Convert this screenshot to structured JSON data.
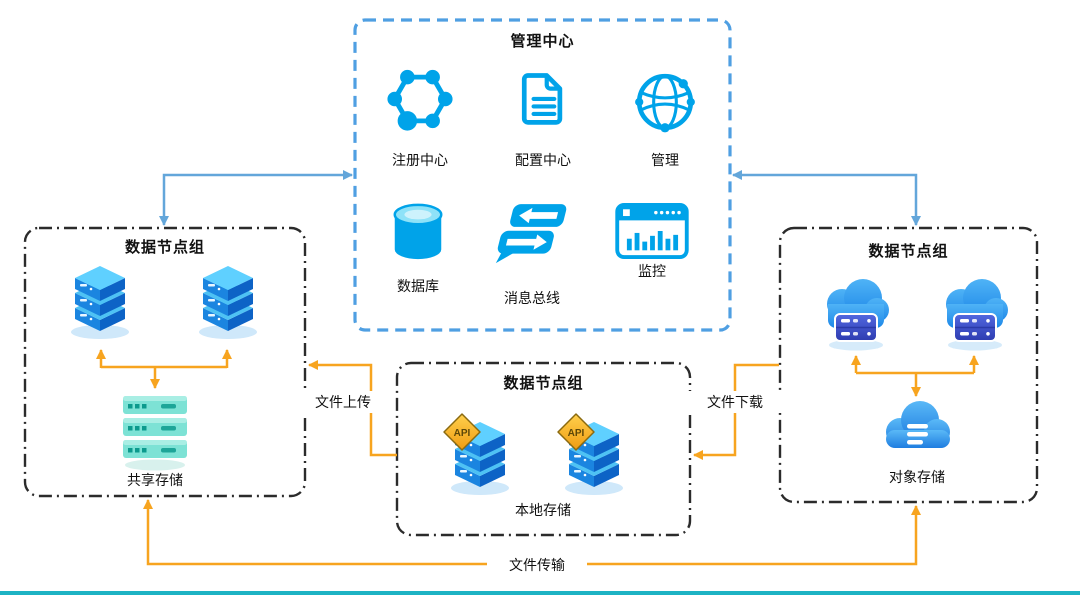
{
  "colors": {
    "primary_icon_blue": "#00a3e9",
    "management_border_blue": "#4f9fe2",
    "connector_blue": "#63a6da",
    "connector_orange": "#f7a41f",
    "group_border_dark": "#2b2b2b",
    "storage_teal": "#7de2d5",
    "bottom_strip_teal": "#1db3c4"
  },
  "management_center": {
    "title": "管理中心",
    "items": [
      {
        "label": "注册中心",
        "icon": "registry-icon"
      },
      {
        "label": "配置中心",
        "icon": "config-icon"
      },
      {
        "label": "管理",
        "icon": "globe-icon"
      },
      {
        "label": "数据库",
        "icon": "database-icon"
      },
      {
        "label": "消息总线",
        "icon": "message-bus-icon"
      },
      {
        "label": "监控",
        "icon": "monitor-icon"
      }
    ]
  },
  "left_group": {
    "title": "数据节点组",
    "storage_label": "共享存储"
  },
  "center_group": {
    "title": "数据节点组",
    "storage_label": "本地存储",
    "api_badge": "API"
  },
  "right_group": {
    "title": "数据节点组",
    "storage_label": "对象存储"
  },
  "edges": {
    "upload_label": "文件上传",
    "download_label": "文件下载",
    "transfer_label": "文件传输"
  }
}
